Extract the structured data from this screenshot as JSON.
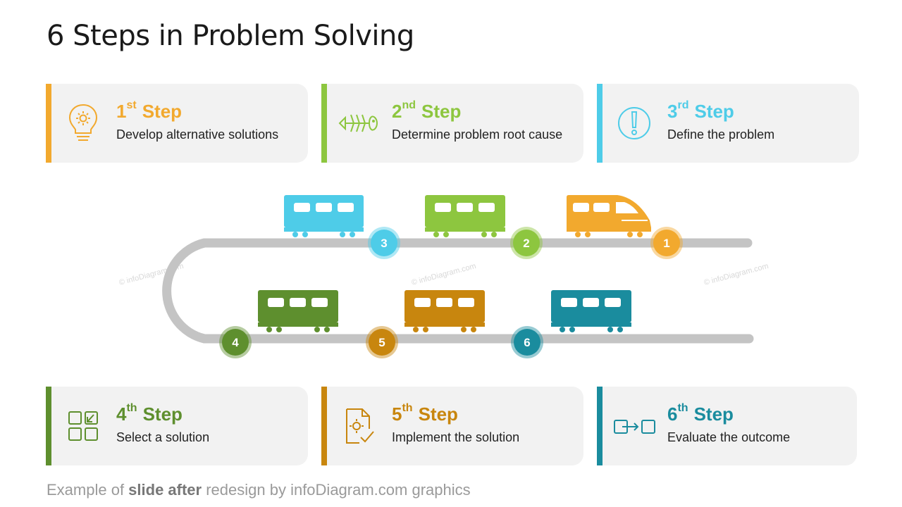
{
  "title": "6 Steps in Problem Solving",
  "colors": {
    "step1": "#F2A92E",
    "step2": "#8DC63F",
    "step3": "#4ECCE8",
    "step4": "#5E8F2E",
    "step5": "#C8860E",
    "step6": "#1A8C9E",
    "track": "#C4C4C4",
    "card_bg": "#F2F2F2"
  },
  "steps": [
    {
      "num": "1",
      "ordinal": "st",
      "word": "Step",
      "desc": "Develop alternative solutions",
      "icon": "lightbulb-gear-icon"
    },
    {
      "num": "2",
      "ordinal": "nd",
      "word": "Step",
      "desc": "Determine problem root cause",
      "icon": "fishbone-icon"
    },
    {
      "num": "3",
      "ordinal": "rd",
      "word": "Step",
      "desc": "Define the problem",
      "icon": "exclamation-circle-icon"
    },
    {
      "num": "4",
      "ordinal": "th",
      "word": "Step",
      "desc": "Select a solution",
      "icon": "grid-select-icon"
    },
    {
      "num": "5",
      "ordinal": "th",
      "word": "Step",
      "desc": "Implement the solution",
      "icon": "document-gear-check-icon"
    },
    {
      "num": "6",
      "ordinal": "th",
      "word": "Step",
      "desc": "Evaluate the outcome",
      "icon": "arrow-box-icon"
    }
  ],
  "watermark": "© infoDiagram.com",
  "footer": {
    "part1": "Example of ",
    "part2": "slide after",
    "part3": " redesign by infoDiagram.com graphics"
  }
}
